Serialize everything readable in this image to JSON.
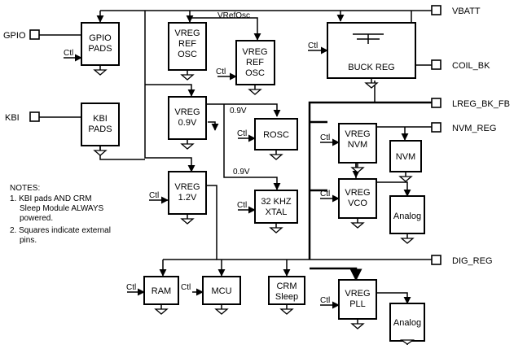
{
  "pins": {
    "gpio": "GPIO",
    "kbi": "KBI",
    "vbatt": "VBATT",
    "coil_bk": "COIL_BK",
    "lreg_bk_fb": "LREG_BK_FB",
    "nvm_reg": "NVM_REG",
    "dig_reg": "DIG_REG"
  },
  "blocks": {
    "gpio_pads": [
      "GPIO",
      "PADS"
    ],
    "kbi_pads": [
      "KBI",
      "PADS"
    ],
    "vreg_ref_osc_1": [
      "VREG",
      "REF",
      "OSC"
    ],
    "vreg_ref_osc_2": [
      "VREG",
      "REF",
      "OSC"
    ],
    "buck_reg": [
      "BUCK REG"
    ],
    "vreg_09": [
      "VREG",
      "0.9V"
    ],
    "rosc": [
      "ROSC"
    ],
    "xtal": [
      "32 KHZ",
      "XTAL"
    ],
    "vreg_12": [
      "VREG",
      "1.2V"
    ],
    "vreg_nvm": [
      "VREG",
      "NVM"
    ],
    "nvm": [
      "NVM"
    ],
    "vreg_vco": [
      "VREG",
      "VCO"
    ],
    "analog_1": [
      "Analog"
    ],
    "ram": [
      "RAM"
    ],
    "mcu": [
      "MCU"
    ],
    "crm_sleep": [
      "CRM",
      "Sleep"
    ],
    "vreg_pll": [
      "VREG",
      "PLL"
    ],
    "analog_2": [
      "Analog"
    ]
  },
  "signals": {
    "vrefosc": "VRefOsc",
    "v09_a": "0.9V",
    "v09_b": "0.9V",
    "ctl": "Ctl"
  },
  "notes": [
    "NOTES:",
    "1.  KBI pads AND CRM",
    "Sleep Module ALWAYS",
    "powered.",
    "2.  Squares indicate external",
    "pins."
  ]
}
